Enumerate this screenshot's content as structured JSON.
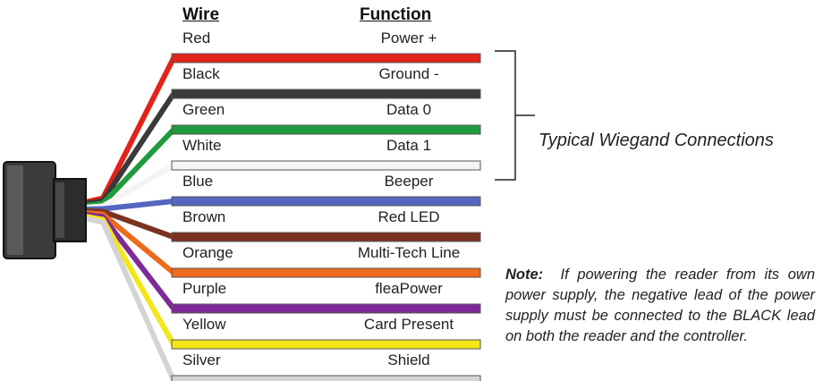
{
  "headers": {
    "wire": "Wire",
    "function": "Function"
  },
  "wires": [
    {
      "wire": "Red",
      "function": "Power +",
      "color": "#e2231a"
    },
    {
      "wire": "Black",
      "function": "Ground -",
      "color": "#3a3a3a"
    },
    {
      "wire": "Green",
      "function": "Data 0",
      "color": "#1f9a3c"
    },
    {
      "wire": "White",
      "function": "Data 1",
      "color": "#f4f4f4"
    },
    {
      "wire": "Blue",
      "function": "Beeper",
      "color": "#5566c0"
    },
    {
      "wire": "Brown",
      "function": "Red LED",
      "color": "#7a3320"
    },
    {
      "wire": "Orange",
      "function": "Multi-Tech Line",
      "color": "#ee6a1c"
    },
    {
      "wire": "Purple",
      "function": "fleaPower",
      "color": "#7d2a98"
    },
    {
      "wire": "Yellow",
      "function": "Card Present",
      "color": "#f3e619"
    },
    {
      "wire": "Silver",
      "function": "Shield",
      "color": "#d4d4d4"
    }
  ],
  "bracket_label": "Typical Wiegand Connections",
  "note": {
    "prefix": "Note:",
    "text": "If powering the reader from its own power supply, the negative lead of the power supply must be connected to the BLACK lead on both the reader and the controller."
  }
}
